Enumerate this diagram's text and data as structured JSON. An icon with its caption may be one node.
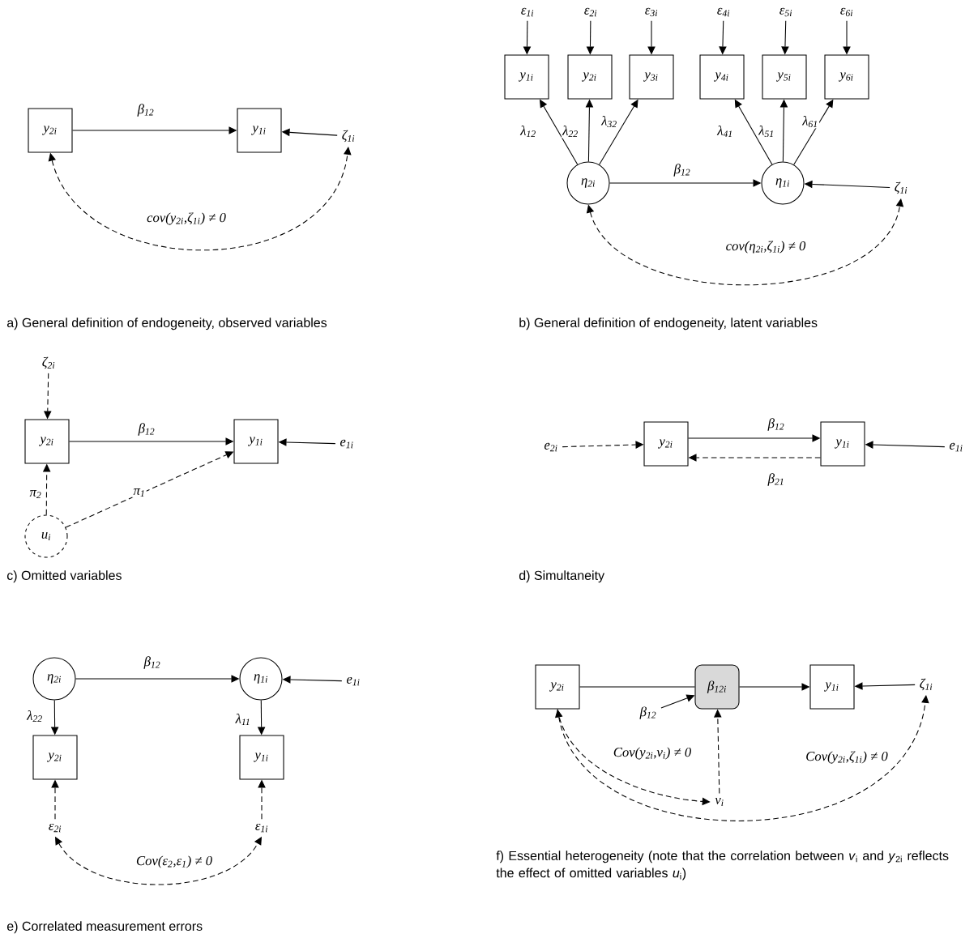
{
  "diagram": {
    "nodes": [
      {
        "text": [
          "y$_{2i}$"
        ]
      },
      {
        "text": [
          "y$_{1i}$"
        ]
      },
      {
        "text": [
          "ζ$_{1i}$"
        ]
      },
      {
        "text": [
          "ε$_{1i}$"
        ]
      },
      {
        "text": [
          "ε$_{2i}$"
        ]
      },
      {
        "text": [
          "ε$_{3i}$"
        ]
      },
      {
        "text": [
          "ε$_{4i}$"
        ]
      },
      {
        "text": [
          "ε$_{5i}$"
        ]
      },
      {
        "text": [
          "ε$_{6i}$"
        ]
      },
      {
        "text": [
          "y$_{1i}$"
        ]
      },
      {
        "text": [
          "y$_{2i}$"
        ]
      },
      {
        "text": [
          "y$_{3i}$"
        ]
      },
      {
        "text": [
          "y$_{4i}$"
        ]
      },
      {
        "text": [
          "y$_{5i}$"
        ]
      },
      {
        "text": [
          "y$_{6i}$"
        ]
      },
      {
        "text": [
          "η$_{2i}$"
        ]
      },
      {
        "text": [
          "η$_{1i}$"
        ]
      },
      {
        "text": [
          "ζ$_{1i}$"
        ]
      },
      {
        "text": [
          "ζ$_{2i}$"
        ]
      },
      {
        "text": [
          "y$_{2i}$"
        ]
      },
      {
        "text": [
          "y$_{1i}$"
        ]
      },
      {
        "text": [
          "e$_{1i}$"
        ]
      },
      {
        "text": [
          "u$_{i}$"
        ]
      },
      {
        "text": [
          "e$_{2i}$"
        ]
      },
      {
        "text": [
          "y$_{2i}$"
        ]
      },
      {
        "text": [
          "y$_{1i}$"
        ]
      },
      {
        "text": [
          "e$_{1i}$"
        ]
      },
      {
        "text": [
          "η$_{2i}$"
        ]
      },
      {
        "text": [
          "η$_{1i}$"
        ]
      },
      {
        "text": [
          "e$_{1i}$"
        ]
      },
      {
        "text": [
          "y$_{2i}$"
        ]
      },
      {
        "text": [
          "y$_{1i}$"
        ]
      },
      {
        "text": [
          "ε$_{2i}$"
        ]
      },
      {
        "text": [
          "ε$_{1i}$"
        ]
      },
      {
        "text": [
          "y$_{2i}$"
        ]
      },
      {
        "text": [
          "β$_{12i}$"
        ]
      },
      {
        "text": [
          "y$_{1i}$"
        ]
      },
      {
        "text": [
          "ζ$_{1i}$"
        ]
      },
      {
        "text": [
          "β$_{12}$"
        ]
      },
      {
        "text": [
          "v$_{i}$"
        ]
      }
    ],
    "edges": [
      {
        "from": 0,
        "to": 1,
        "arrow": "to",
        "label": "β$_{12}$"
      },
      {
        "from": 2,
        "to": 1,
        "arrow": "to"
      },
      {
        "from": 0,
        "to": 2,
        "arrow": "both",
        "style": "dashed",
        "label": "cov(y$_{2i}$,ζ$_{1i}$) ≠ 0"
      },
      {
        "from": 3,
        "to": 9,
        "arrow": "to"
      },
      {
        "from": 4,
        "to": 10,
        "arrow": "to"
      },
      {
        "from": 5,
        "to": 11,
        "arrow": "to"
      },
      {
        "from": 6,
        "to": 12,
        "arrow": "to"
      },
      {
        "from": 7,
        "to": 13,
        "arrow": "to"
      },
      {
        "from": 8,
        "to": 14,
        "arrow": "to"
      },
      {
        "from": 15,
        "to": 9,
        "arrow": "to",
        "label": "λ$_{12}$"
      },
      {
        "from": 15,
        "to": 10,
        "arrow": "to",
        "label": "λ$_{22}$"
      },
      {
        "from": 15,
        "to": 11,
        "arrow": "to",
        "label": "λ$_{32}$"
      },
      {
        "from": 16,
        "to": 12,
        "arrow": "to",
        "label": "λ$_{41}$"
      },
      {
        "from": 16,
        "to": 13,
        "arrow": "to",
        "label": "λ$_{51}$"
      },
      {
        "from": 16,
        "to": 14,
        "arrow": "to",
        "label": "λ$_{61}$"
      },
      {
        "from": 15,
        "to": 16,
        "arrow": "to",
        "label": "β$_{12}$"
      },
      {
        "from": 17,
        "to": 16,
        "arrow": "to"
      },
      {
        "from": 15,
        "to": 17,
        "arrow": "both",
        "style": "dashed",
        "label": "cov(η$_{2i}$,ζ$_{1i}$) ≠ 0"
      },
      {
        "from": 18,
        "to": 19,
        "arrow": "to",
        "style": "dashed"
      },
      {
        "from": 19,
        "to": 20,
        "arrow": "to",
        "label": "β$_{12}$"
      },
      {
        "from": 21,
        "to": 20,
        "arrow": "to"
      },
      {
        "from": 22,
        "to": 19,
        "arrow": "to",
        "style": "dashed",
        "label": "π$_{2}$"
      },
      {
        "from": 22,
        "to": 20,
        "arrow": "to",
        "style": "dashed",
        "label": "π$_{1}$"
      },
      {
        "from": 23,
        "to": 24,
        "arrow": "to",
        "style": "dashed"
      },
      {
        "from": 24,
        "to": 25,
        "arrow": "to",
        "label": "β$_{12}$"
      },
      {
        "from": 25,
        "to": 24,
        "arrow": "to",
        "style": "dashed",
        "label": "β$_{21}$"
      },
      {
        "from": 26,
        "to": 25,
        "arrow": "to"
      },
      {
        "from": 27,
        "to": 28,
        "arrow": "to",
        "label": "β$_{12}$"
      },
      {
        "from": 29,
        "to": 28,
        "arrow": "to"
      },
      {
        "from": 27,
        "to": 30,
        "arrow": "to",
        "label": "λ$_{22}$"
      },
      {
        "from": 28,
        "to": 31,
        "arrow": "to",
        "label": "λ$_{11}$"
      },
      {
        "from": 32,
        "to": 30,
        "arrow": "to",
        "style": "dashed"
      },
      {
        "from": 33,
        "to": 31,
        "arrow": "to",
        "style": "dashed"
      },
      {
        "from": 32,
        "to": 33,
        "arrow": "both",
        "style": "dashed",
        "label": "Cov(ε$_{2}$,ε$_{1}$) ≠ 0"
      },
      {
        "from": 34,
        "to": 35,
        "arrow": "none"
      },
      {
        "from": 35,
        "to": 36,
        "arrow": "to"
      },
      {
        "from": 37,
        "to": 36,
        "arrow": "to"
      },
      {
        "from": 38,
        "to": 35,
        "arrow": "to"
      },
      {
        "from": 39,
        "to": 35,
        "arrow": "to",
        "style": "dashed"
      },
      {
        "from": 34,
        "to": 39,
        "arrow": "to",
        "style": "dashed",
        "label": "Cov(y$_{2i}$,v$_{i}$) ≠ 0"
      },
      {
        "from": 34,
        "to": 37,
        "arrow": "both",
        "style": "dashed",
        "label": "Cov(y$_{2i}$,ζ$_{1i}$) ≠ 0"
      }
    ],
    "labels": [
      "a) General definition of endogeneity, observed variables",
      "b) General definition of endogeneity, latent variables",
      "c) Omitted variables",
      "d) Simultaneity",
      "f) Essential heterogeneity (note that the correlation between *v*$_{i}$ and *y*$_{2i}$ reflects the effect of omitted variables *u*$_{i}$)",
      "e) Correlated measurement errors"
    ]
  }
}
